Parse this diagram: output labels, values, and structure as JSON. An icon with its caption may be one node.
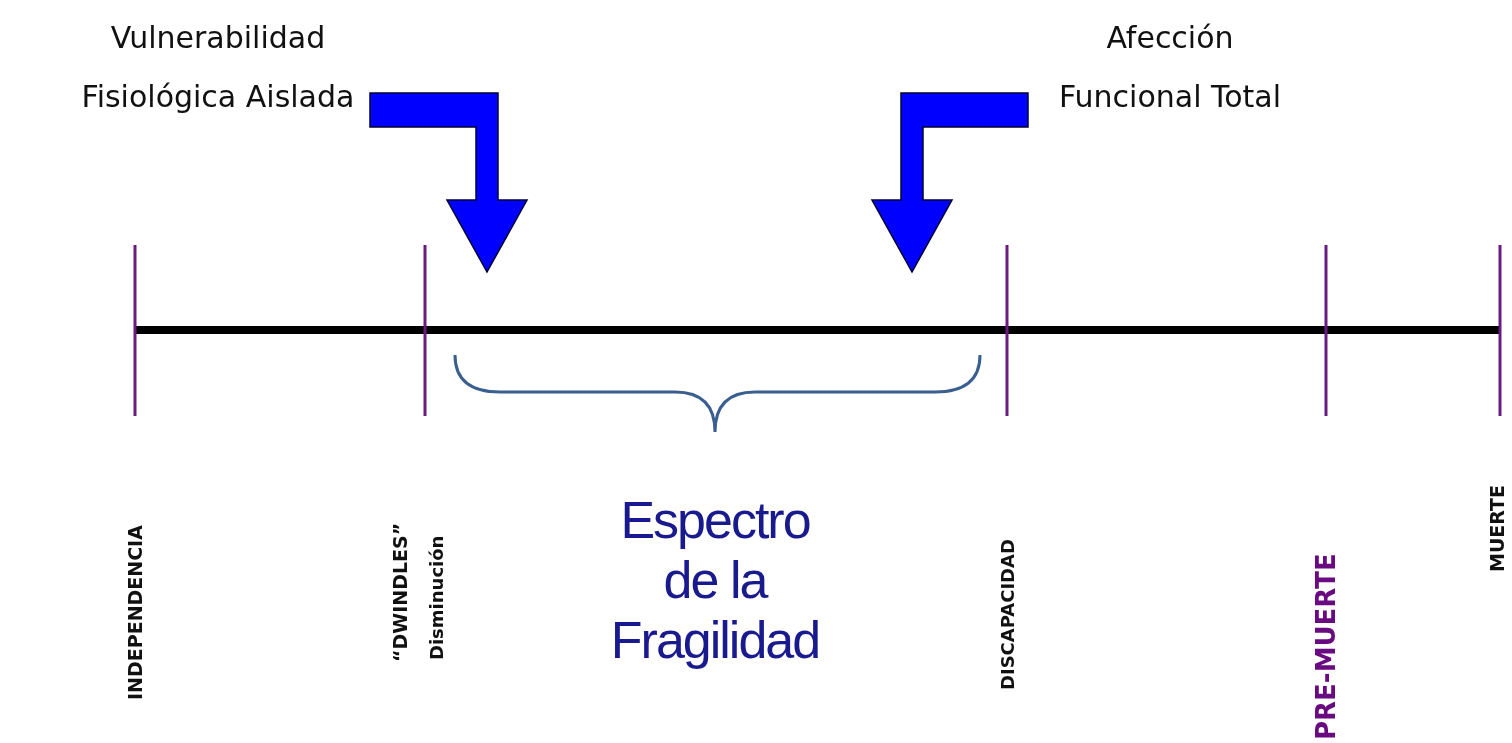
{
  "diagram": {
    "nodes": [
      {
        "text": [
          "Vulnerabilidad Fisiológica Aislada"
        ]
      },
      {
        "text": [
          "Afección Funcional Total"
        ]
      }
    ],
    "edges": [
      {
        "from": 0,
        "to": null,
        "arrow": "to",
        "style": "thick"
      },
      {
        "from": 1,
        "to": null,
        "arrow": "to",
        "style": "thick"
      }
    ],
    "labels": [
      "INDEPENDENCIA",
      "“DWINDLES”",
      "Disminución",
      "Espectro de la Fragilidad",
      "DISCAPACIDAD",
      "PRE-MUERTE",
      "MUERTE"
    ]
  }
}
